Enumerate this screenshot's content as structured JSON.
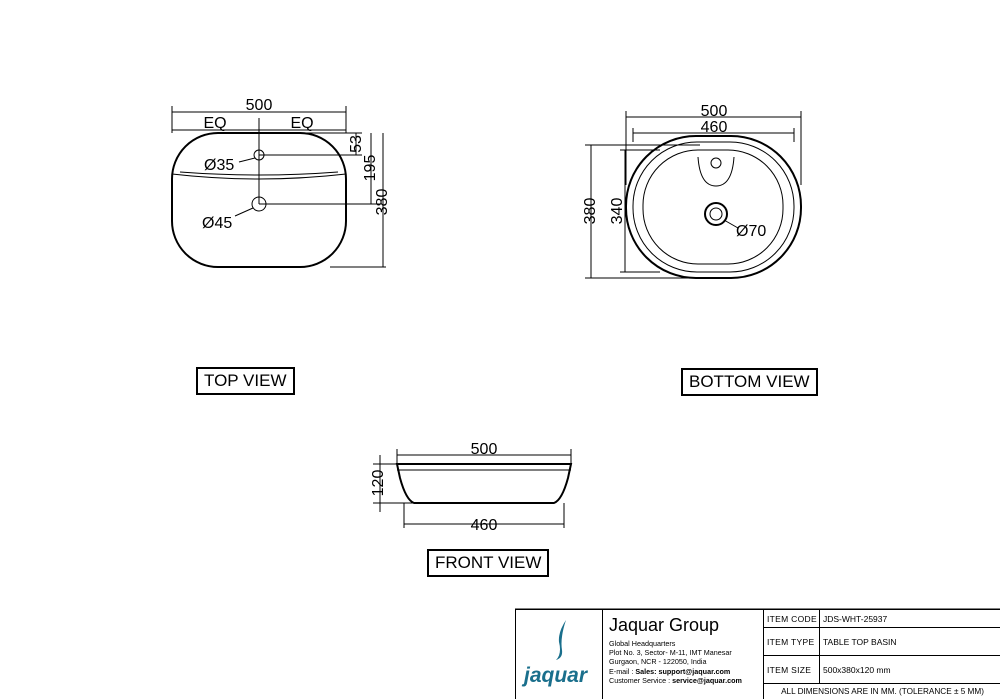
{
  "top_view": {
    "label": "TOP VIEW",
    "dims": {
      "width": "500",
      "eq_left": "EQ",
      "eq_right": "EQ",
      "d53": "53",
      "d195": "195",
      "d380": "380",
      "hole_small": "Ø35",
      "hole_large": "Ø45"
    }
  },
  "bottom_view": {
    "label": "BOTTOM VIEW",
    "dims": {
      "outer_width": "500",
      "inner_width": "460",
      "outer_depth": "380",
      "inner_depth": "340",
      "drain": "Ø70"
    }
  },
  "front_view": {
    "label": "FRONT VIEW",
    "dims": {
      "top_width": "500",
      "base_width": "460",
      "height": "120"
    }
  },
  "title_block": {
    "logo_text": "jaquar",
    "company": "Jaquar Group",
    "address_lines": [
      "Global Headquarters",
      "Plot No. 3, Sector- M-11, IMT Manesar",
      "Gurgaon, NCR - 122050, India"
    ],
    "email_prefix": "E-mail : ",
    "email_value": "Sales: support@jaquar.com",
    "service_prefix": "Customer Service : ",
    "service_value": "service@jaquar.com",
    "rows": [
      {
        "key": "ITEM  CODE",
        "value": "JDS-WHT-25937"
      },
      {
        "key": "ITEM  TYPE",
        "value": "TABLE TOP BASIN"
      },
      {
        "key": "ITEM  SIZE",
        "value": "500x380x120    mm"
      }
    ],
    "note": "ALL DIMENSIONS ARE IN MM. (TOLERANCE ± 5 MM)",
    "logo_color": "#1a6f8c"
  }
}
